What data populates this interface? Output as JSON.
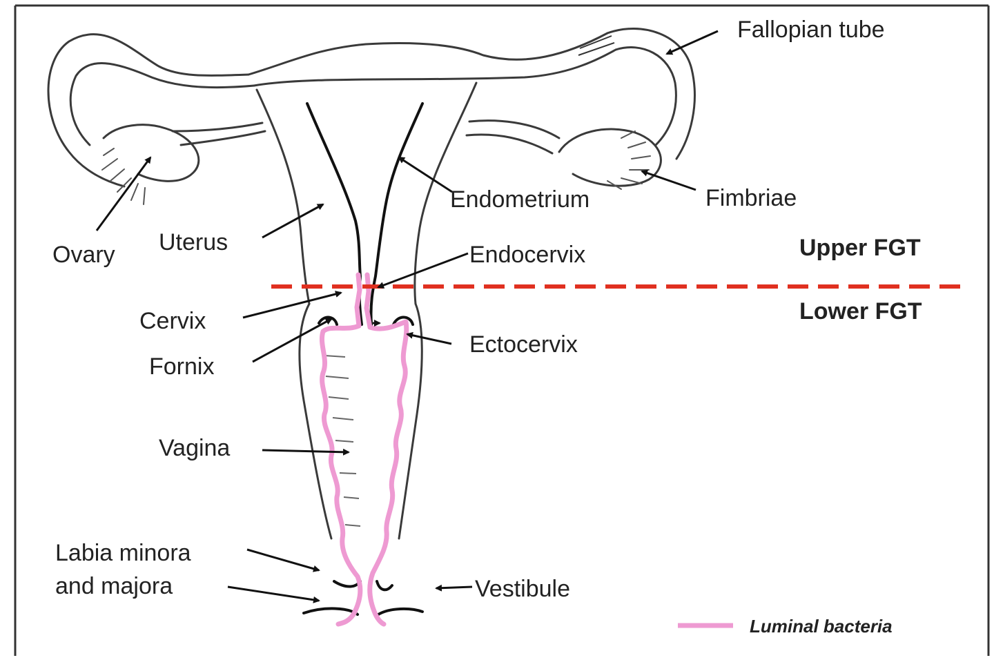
{
  "labels": {
    "fallopian_tube": "Fallopian tube",
    "endometrium": "Endometrium",
    "fimbriae": "Fimbriae",
    "ovary": "Ovary",
    "uterus": "Uterus",
    "endocervix": "Endocervix",
    "cervix": "Cervix",
    "fornix": "Fornix",
    "ectocervix": "Ectocervix",
    "vagina": "Vagina",
    "labia_line1": "Labia minora",
    "labia_line2": "and majora",
    "vestibule": "Vestibule"
  },
  "regions": {
    "upper": "Upper FGT",
    "lower": "Lower FGT"
  },
  "legend": {
    "label": "Luminal bacteria",
    "color": "#ee9ad2"
  },
  "colors": {
    "divider": "#e03020",
    "luminal": "#ee9ad2"
  }
}
